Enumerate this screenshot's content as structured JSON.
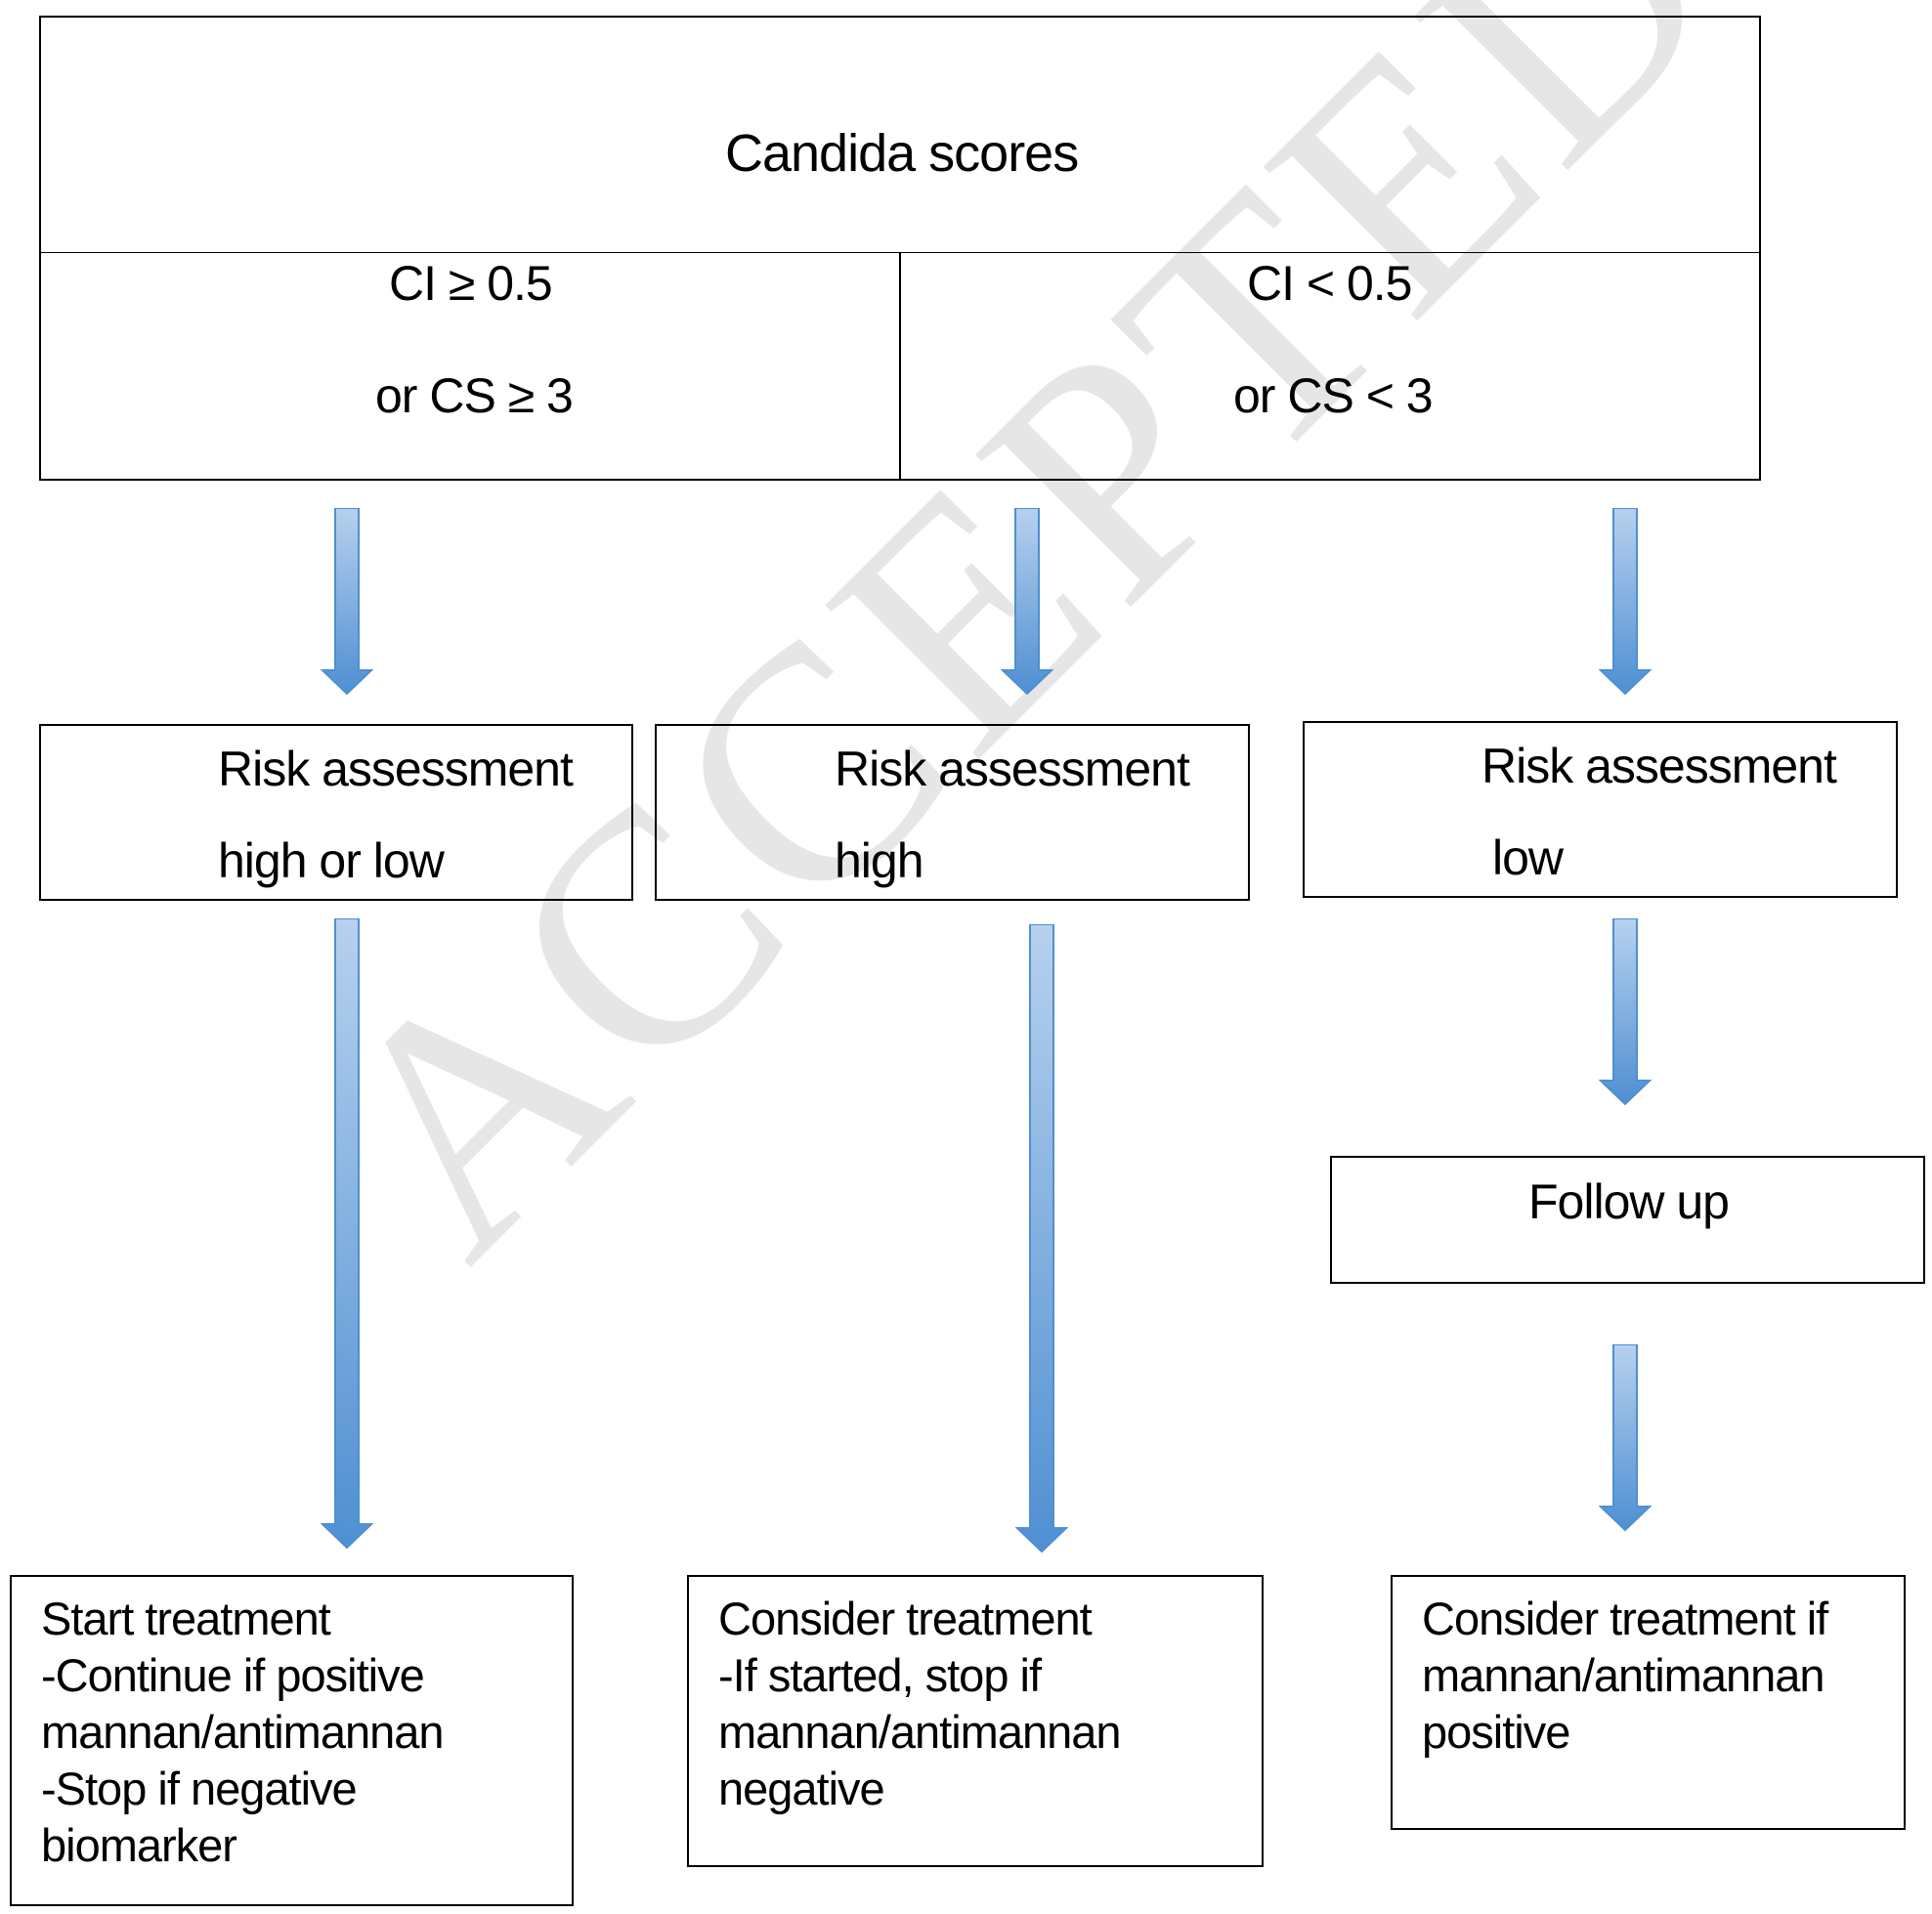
{
  "watermark": "ACCEPTED MANUSCRIPT",
  "header": {
    "title": "Candida scores"
  },
  "criteria": {
    "left": {
      "line1": "CI ≥ 0.5",
      "line2": "or CS ≥ 3"
    },
    "right": {
      "line1": "CI < 0.5",
      "line2": "or CS < 3"
    }
  },
  "risk": [
    {
      "title": "Risk assessment",
      "level": "high or low"
    },
    {
      "title": "Risk assessment",
      "level": "high"
    },
    {
      "title": "Risk assessment",
      "level": "low"
    }
  ],
  "follow_up": "Follow up",
  "outcomes": [
    {
      "text": "Start treatment\n-Continue if positive\nmannan/antimannan\n-Stop if negative\nbiomarker"
    },
    {
      "text": "Consider treatment\n-If started, stop if\nmannan/antimannan\nnegative"
    },
    {
      "text": "Consider treatment if\nmannan/antimannan\npositive"
    }
  ],
  "colors": {
    "arrow_light": "#b7d1ee",
    "arrow_dark": "#4f8fd2",
    "border": "#000000"
  }
}
